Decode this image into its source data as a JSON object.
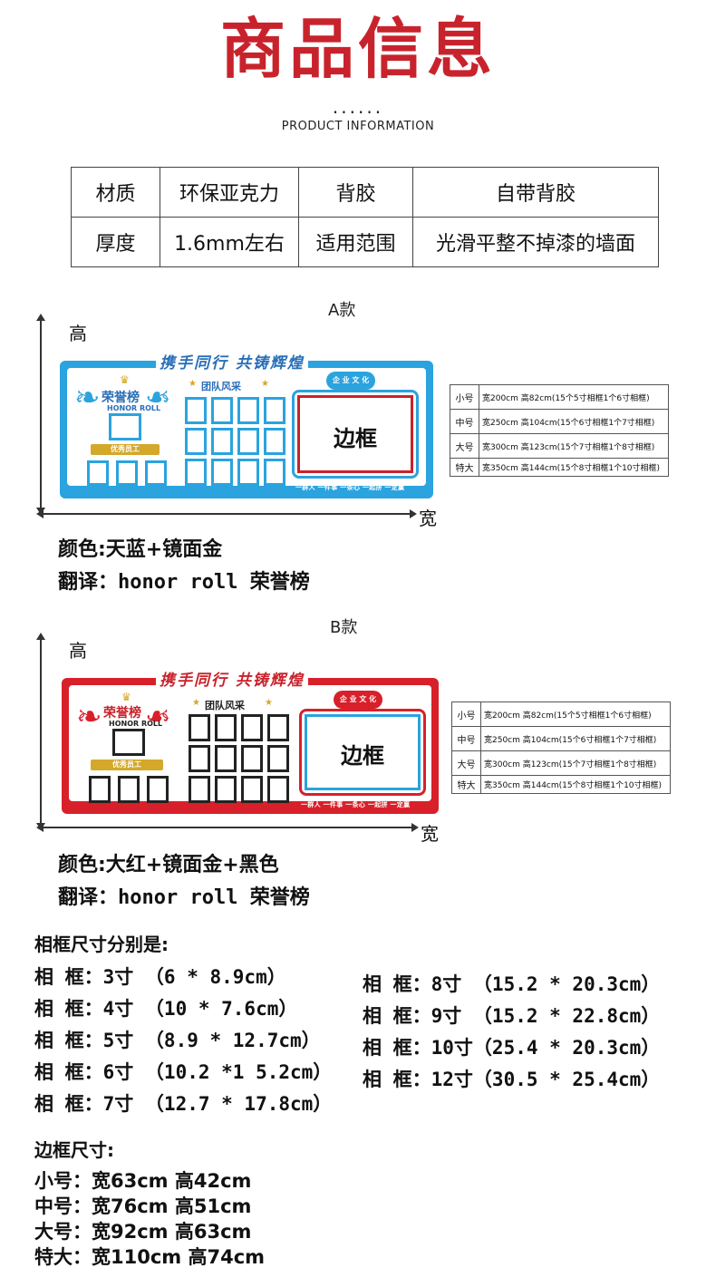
{
  "header": {
    "title": "商品信息",
    "dots": "......",
    "subtitle": "PRODUCT INFORMATION"
  },
  "spec_table": [
    [
      "材质",
      "环保亚克力",
      "背胶",
      "自带背胶"
    ],
    [
      "厚度",
      "1.6mm左右",
      "适用范围",
      "光滑平整不掉漆的墙面"
    ]
  ],
  "axis": {
    "height_label": "高",
    "width_label": "宽"
  },
  "board_text": {
    "slogan": "携手同行 共铸辉煌",
    "honor": "荣誉榜",
    "honor_en": "HONOR ROLL",
    "employee": "优秀员工",
    "team": "团队风采",
    "badge": "企 业 文 化",
    "frame_label": "边框",
    "motto": "一群人 一件事 一条心 一起拼 一定赢"
  },
  "variant_a": {
    "label": "A款",
    "accent": "#2aa3df",
    "frame_inner": "#c8232c",
    "color_text": "颜色:天蓝+镜面金",
    "translation": "翻译：honor roll 荣誉榜",
    "sizes": [
      [
        "小号",
        "宽200cm 高82cm(15个5寸相框1个6寸相框)"
      ],
      [
        "中号",
        "宽250cm 高104cm(15个6寸相框1个7寸相框)"
      ],
      [
        "大号",
        "宽300cm 高123cm(15个7寸相框1个8寸相框)"
      ],
      [
        "特大",
        "宽350cm 高144cm(15个8寸相框1个10寸相框)"
      ]
    ]
  },
  "variant_b": {
    "label": "B款",
    "accent": "#d8202a",
    "frame_inner": "#2aa3df",
    "color_text": "颜色:大红+镜面金+黑色",
    "translation": "翻译：honor roll 荣誉榜",
    "sizes": [
      [
        "小号",
        "宽200cm 高82cm(15个5寸相框1个6寸相框)"
      ],
      [
        "中号",
        "宽250cm 高104cm(15个6寸相框1个7寸相框)"
      ],
      [
        "大号",
        "宽300cm 高123cm(15个7寸相框1个8寸相框)"
      ],
      [
        "特大",
        "宽350cm 高144cm(15个8寸相框1个10寸相框)"
      ]
    ]
  },
  "frame_sizes": {
    "title": "相框尺寸分别是:",
    "left": [
      "相 框：3寸 （6 * 8.9cm）",
      "相 框：4寸 （10 * 7.6cm）",
      "相 框：5寸 （8.9 * 12.7cm）",
      "相 框：6寸 （10.2 *1 5.2cm）",
      "相 框：7寸 （12.7 * 17.8cm）"
    ],
    "right": [
      "相 框：8寸 （15.2 * 20.3cm）",
      "相 框：9寸 （15.2 * 22.8cm）",
      "相 框：10寸（25.4 * 20.3cm）",
      "相 框：12寸（30.5 * 25.4cm）"
    ]
  },
  "border_sizes": {
    "title": "边框尺寸:",
    "rows": [
      "小号：宽63cm 高42cm",
      "中号：宽76cm 高51cm",
      "大号：宽92cm 高63cm",
      "特大：宽110cm 高74cm"
    ]
  }
}
